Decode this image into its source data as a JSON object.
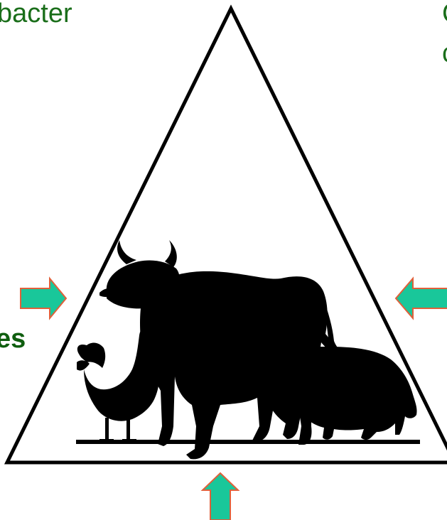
{
  "labels": {
    "top_left": "bacter",
    "top_right_line1": "C",
    "top_right_line2": "c",
    "left_mid": "es"
  },
  "colors": {
    "label_green": "#1a6e1a",
    "arrow_fill": "#19c79a",
    "arrow_stroke": "#e0603a",
    "triangle_stroke": "#000000",
    "silhouette": "#000000"
  },
  "icons": {
    "arrows": [
      "right-arrow-icon",
      "left-arrow-icon",
      "up-arrow-icon"
    ],
    "animals": [
      "bull-silhouette",
      "rooster-silhouette",
      "pig-silhouette"
    ]
  }
}
